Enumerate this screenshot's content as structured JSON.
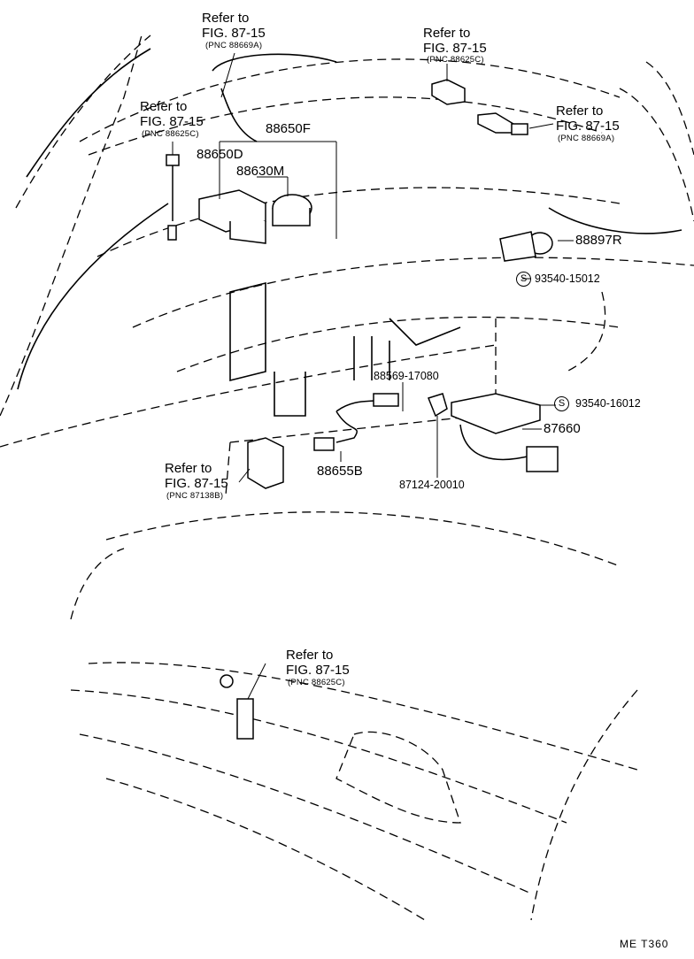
{
  "callouts": {
    "ref_a": {
      "refer": "Refer to",
      "fig": "FIG. 87-15",
      "pnc": "(PNC 88669A)"
    },
    "ref_b": {
      "refer": "Refer to",
      "fig": "FIG. 87-15",
      "pnc": "(PNC 88625C)"
    },
    "ref_c": {
      "refer": "Refer to",
      "fig": "FIG. 87-15",
      "pnc": "(PNC 88625C)"
    },
    "ref_d": {
      "refer": "Refer to",
      "fig": "FIG. 87-15",
      "pnc": "(PNC 88669A)"
    },
    "ref_e": {
      "refer": "Refer to",
      "fig": "FIG. 87-15",
      "pnc": "(PNC 87138B)"
    },
    "ref_f": {
      "refer": "Refer to",
      "fig": "FIG. 87-15",
      "pnc": "(PNC 88625C)"
    }
  },
  "parts": {
    "p88650F": "88650F",
    "p88650D": "88650D",
    "p88630M": "88630M",
    "p88897R": "88897R",
    "p93540_15012": "93540-15012",
    "p88569_17080": "88569-17080",
    "p93540_16012": "93540-16012",
    "p87660": "87660",
    "p88655B": "88655B",
    "p87124_20010": "87124-20010"
  },
  "symbols": {
    "s1": "S",
    "s2": "S"
  },
  "footer": {
    "code": "ME  T360"
  }
}
